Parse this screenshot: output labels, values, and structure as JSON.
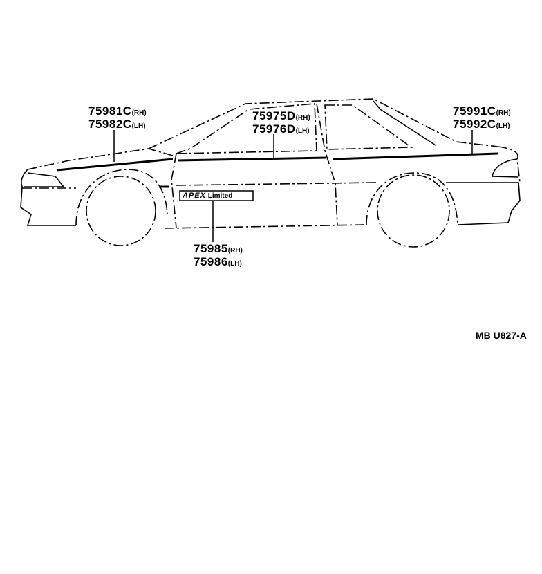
{
  "callouts": [
    {
      "part_rh": "75981C",
      "side_rh": "(RH)",
      "part_lh": "75982C",
      "side_lh": "(LH)"
    },
    {
      "part_rh": "75975D",
      "side_rh": "(RH)",
      "part_lh": "75976D",
      "side_lh": "(LH)"
    },
    {
      "part_rh": "75991C",
      "side_rh": "(RH)",
      "part_lh": "75992C",
      "side_lh": "(LH)"
    },
    {
      "part_rh": "75985",
      "side_rh": "(RH)",
      "part_lh": "75986",
      "side_lh": "(LH)"
    }
  ],
  "emblem": {
    "brand": "APEX",
    "grade": "Limited"
  },
  "diagram_code": "MB U827-A",
  "colors": {
    "ink": "#000000",
    "background": "#ffffff"
  }
}
